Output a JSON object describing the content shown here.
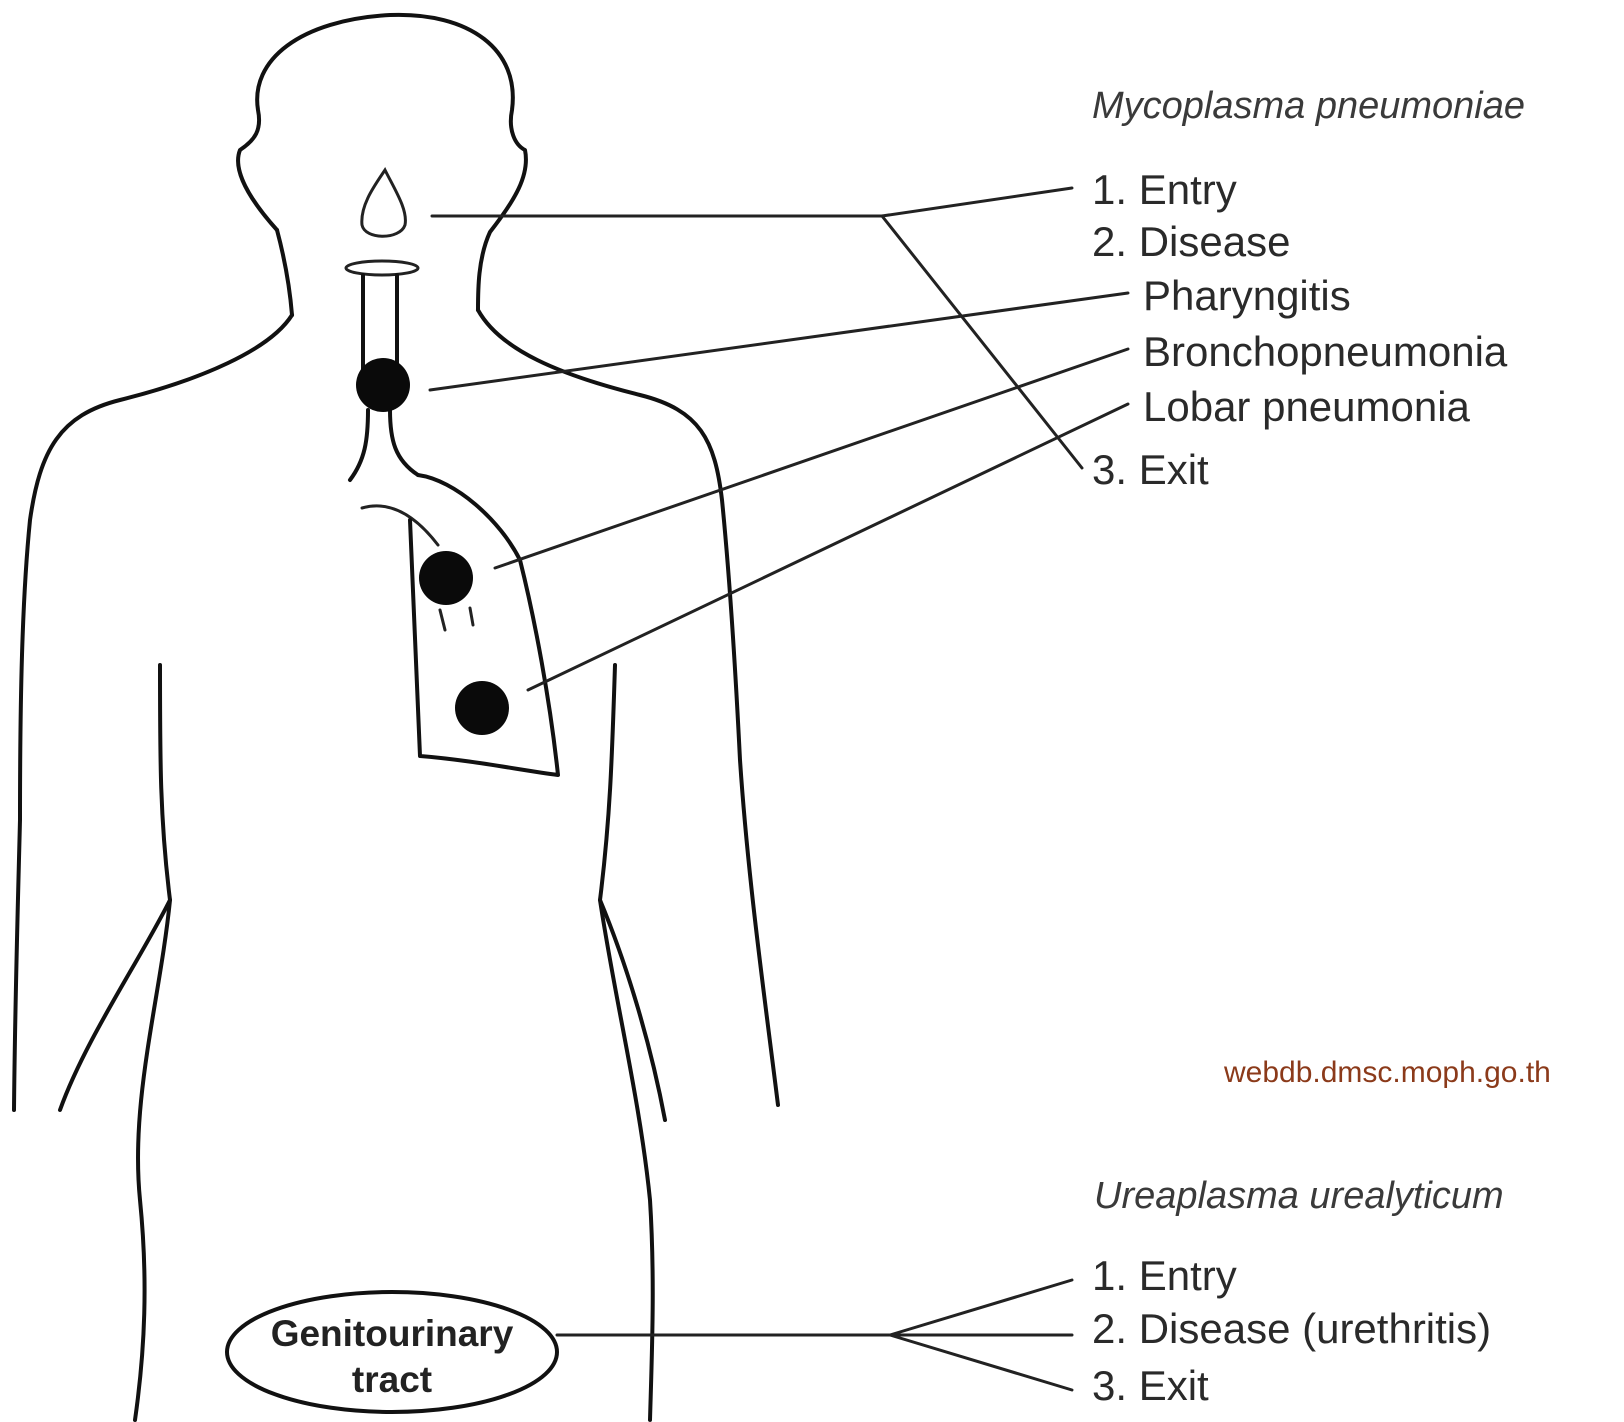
{
  "mycoplasma": {
    "title": "Mycoplasma pneumoniae",
    "items": [
      "1. Entry",
      "2. Disease",
      "Pharyngitis",
      "Bronchopneumonia",
      "Lobar pneumonia",
      "3. Exit"
    ]
  },
  "ureaplasma": {
    "title": "Ureaplasma urealyticum",
    "items": [
      "1. Entry",
      "2. Disease (urethritis)",
      "3. Exit"
    ]
  },
  "organ": {
    "line1": "Genitourinary",
    "line2": "tract"
  },
  "watermark": "webdb.dmsc.moph.go.th"
}
